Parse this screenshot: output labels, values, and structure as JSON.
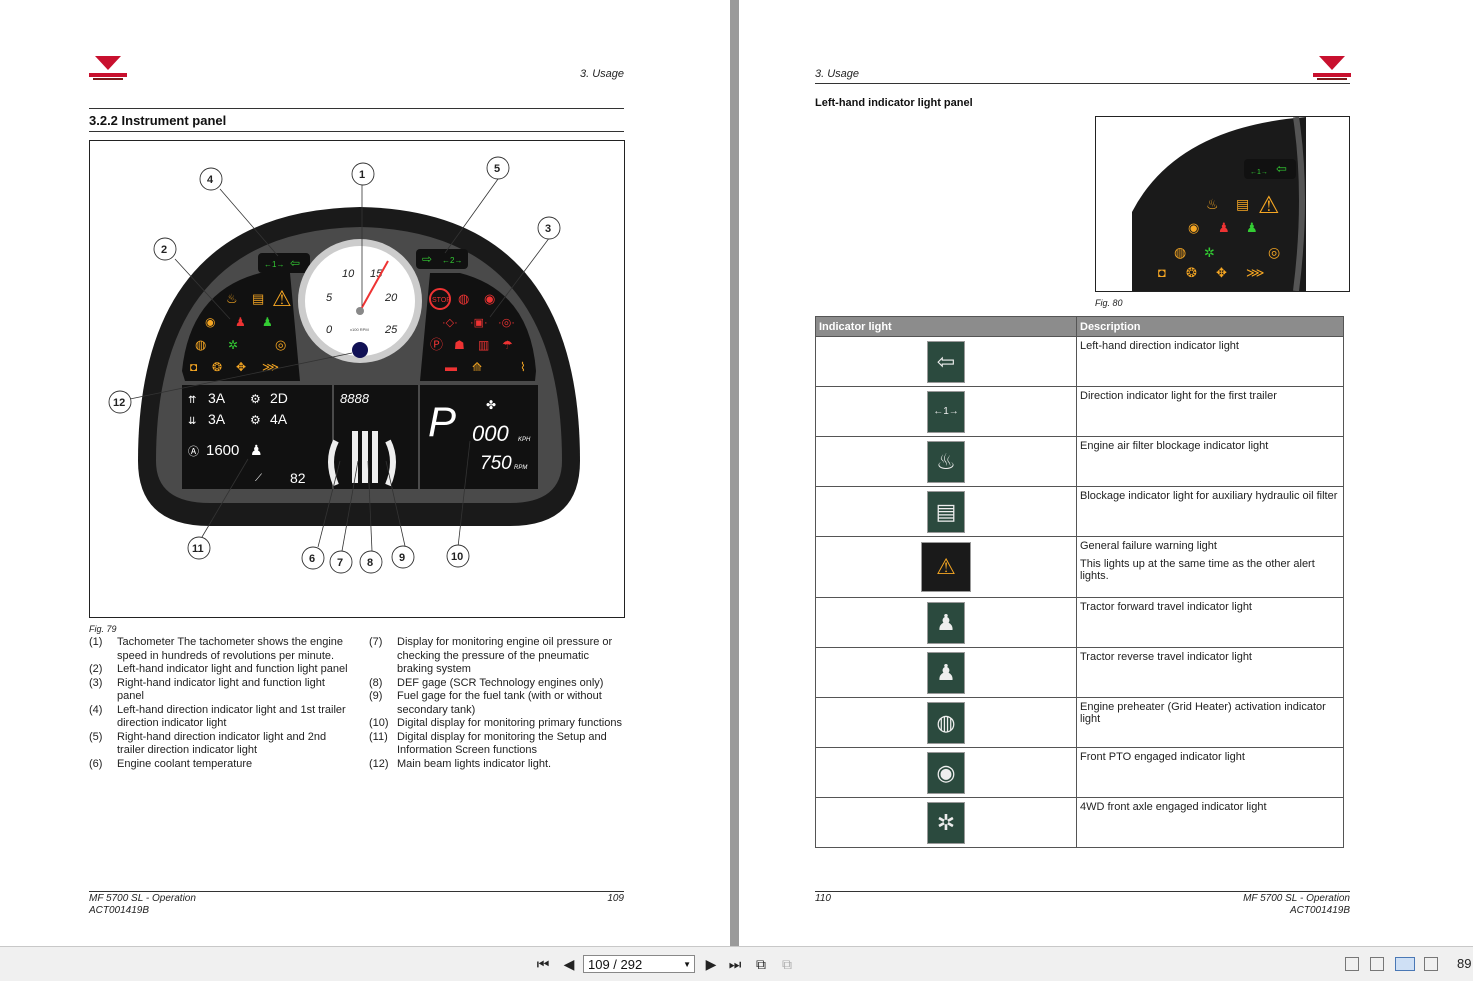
{
  "left_page": {
    "chapter": "3. Usage",
    "section_title": "3.2.2  Instrument panel",
    "figure_caption": "Fig. 79",
    "dashboard": {
      "callouts": [
        "1",
        "2",
        "3",
        "4",
        "5",
        "6",
        "7",
        "8",
        "9",
        "10",
        "11",
        "12"
      ],
      "gauge_ticks": [
        "0",
        "5",
        "10",
        "15",
        "20",
        "25"
      ],
      "gauge_unit": "x100 RPM",
      "gear_fwd": "3A",
      "gear_rev": "3A",
      "range_a": "2D",
      "range_b": "4A",
      "engine_speed_setting": "1600",
      "temp_value": "82",
      "odometer": "8888",
      "gear_letter": "P",
      "speed_value": "000",
      "speed_unit": "KPH",
      "rpm_value": "750",
      "rpm_unit": "RPM"
    },
    "legend_left": [
      {
        "num": "(1)",
        "text": "Tachometer  The tachometer shows the engine speed in hundreds of revolutions per minute."
      },
      {
        "num": "(2)",
        "text": "Left-hand indicator light and function light panel"
      },
      {
        "num": "(3)",
        "text": "Right-hand indicator light and function light panel"
      },
      {
        "num": "(4)",
        "text": "Left-hand direction indicator light and 1st trailer direction indicator light"
      },
      {
        "num": "(5)",
        "text": "Right-hand direction indicator light and 2nd trailer direction indicator light"
      },
      {
        "num": "(6)",
        "text": "Engine coolant temperature"
      }
    ],
    "legend_right": [
      {
        "num": "(7)",
        "text": "Display for monitoring engine oil pressure or checking the pressure of the pneumatic braking system"
      },
      {
        "num": "(8)",
        "text": "DEF gage (SCR Technology engines only)"
      },
      {
        "num": "(9)",
        "text": "Fuel gage for the fuel tank (with or without secondary tank)"
      },
      {
        "num": "(10)",
        "text": "Digital display for monitoring primary functions"
      },
      {
        "num": "(11)",
        "text": "Digital display for monitoring the Setup and Information Screen functions"
      },
      {
        "num": "(12)",
        "text": "Main beam lights indicator light."
      }
    ],
    "footer_title": "MF 5700 SL - Operation",
    "footer_code": "ACT001419B",
    "page_number": "109"
  },
  "right_page": {
    "chapter": "3. Usage",
    "section_title": "Left-hand indicator light panel",
    "figure_caption": "Fig. 80",
    "table_headers": [
      "Indicator light",
      "Description"
    ],
    "rows": [
      {
        "icon": "left-arrow-icon",
        "desc": "Left-hand direction indicator light",
        "desc2": ""
      },
      {
        "icon": "trailer-arrow-icon",
        "desc": "Direction indicator light for the first trailer",
        "desc2": ""
      },
      {
        "icon": "air-filter-icon",
        "desc": "Engine air filter blockage indicator light",
        "desc2": ""
      },
      {
        "icon": "hydraulic-filter-icon",
        "desc": "Blockage indicator light for auxiliary hydraulic oil filter",
        "desc2": ""
      },
      {
        "icon": "warning-triangle-icon",
        "desc": "General failure warning light",
        "desc2": "This lights up at the same time as the other alert lights."
      },
      {
        "icon": "tractor-forward-icon",
        "desc": "Tractor forward travel indicator light",
        "desc2": ""
      },
      {
        "icon": "tractor-reverse-icon",
        "desc": "Tractor reverse travel indicator light",
        "desc2": ""
      },
      {
        "icon": "preheater-icon",
        "desc": "Engine preheater (Grid Heater) activation indicator light",
        "desc2": ""
      },
      {
        "icon": "front-pto-icon",
        "desc": "Front PTO engaged indicator light",
        "desc2": ""
      },
      {
        "icon": "4wd-icon",
        "desc": "4WD front axle engaged indicator light",
        "desc2": ""
      }
    ],
    "footer_title": "MF 5700 SL - Operation",
    "footer_code": "ACT001419B",
    "page_number": "110"
  },
  "toolbar": {
    "page_indicator": "109 / 292",
    "zoom": "89"
  },
  "colors": {
    "brand_red": "#c8102e",
    "table_header": "#8c8c8c",
    "icon_bg": "#2b4a3e"
  }
}
